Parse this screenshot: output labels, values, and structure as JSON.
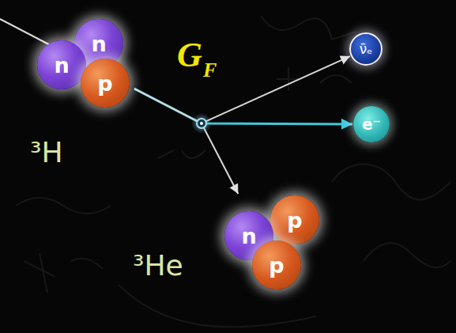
{
  "diagram": {
    "nodes": [
      {
        "text": [
          "³H"
        ]
      },
      {
        "text": [
          "n"
        ],
        "in": 0
      },
      {
        "text": [
          "n"
        ],
        "in": 0
      },
      {
        "text": [
          "p"
        ],
        "in": 0
      },
      {
        "text": [
          "ν̄ₑ"
        ]
      },
      {
        "text": [
          "e⁻"
        ]
      },
      {
        "text": [
          "³He"
        ]
      },
      {
        "text": [
          "n"
        ],
        "in": 6
      },
      {
        "text": [
          "p"
        ],
        "in": 6
      },
      {
        "text": [
          "p"
        ],
        "in": 6
      }
    ],
    "edges": [
      {
        "from": 0,
        "to": 4,
        "arrow": "to"
      },
      {
        "from": 0,
        "to": 5,
        "arrow": "to"
      },
      {
        "from": 0,
        "to": 6,
        "arrow": "to"
      }
    ],
    "labels": [
      "G",
      "F"
    ]
  }
}
